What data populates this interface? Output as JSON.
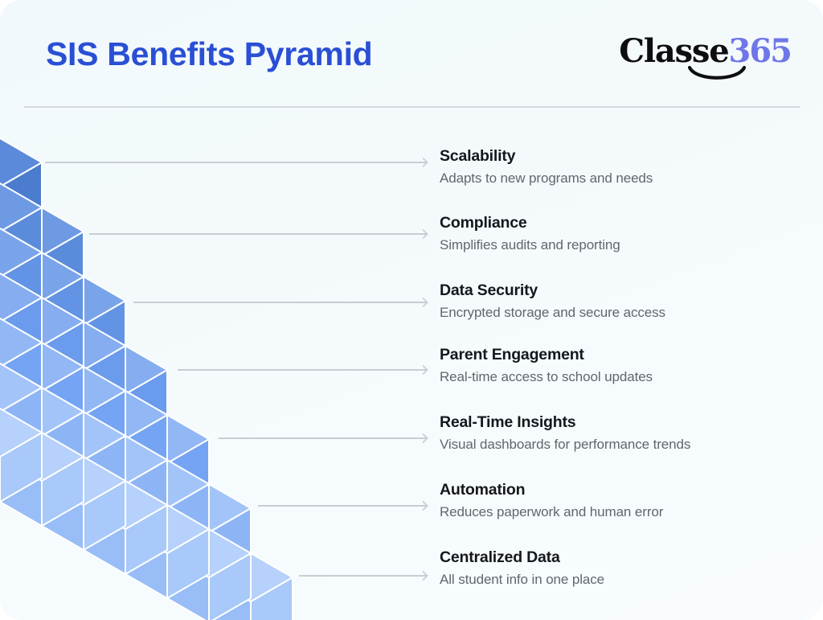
{
  "header": {
    "title": "SIS Benefits Pyramid",
    "logo": {
      "text_primary": "Classe",
      "text_accent": "365",
      "accent_color": "#6f76e8",
      "primary_color": "#0d0d12",
      "smile_icon": "smile-curve-icon"
    },
    "title_color": "#2a4fd4",
    "divider_color": "#d5d8dc"
  },
  "connector": {
    "line_color": "#c9cdd2",
    "arrow_icon": "arrow-right-icon"
  },
  "pyramid": {
    "shape": "isometric-cube-staircase",
    "levels": 7,
    "cube_half_width": 52,
    "cube_top_half_height": 30,
    "level_step_y": 56,
    "level_colors": [
      {
        "top": "#5b8ada",
        "left": "#3c6cbf",
        "right": "#4b7ccd"
      },
      {
        "top": "#6e9ae4",
        "left": "#4a7bce",
        "right": "#5a8cdb"
      },
      {
        "top": "#7aa4ea",
        "left": "#5182d6",
        "right": "#6293e4"
      },
      {
        "top": "#85adf0",
        "left": "#5689e0",
        "right": "#6a9bec"
      },
      {
        "top": "#92b7f5",
        "left": "#5e92ea",
        "right": "#74a4f3"
      },
      {
        "top": "#a3c4f8",
        "left": "#7ba7f2",
        "right": "#8db5f6"
      },
      {
        "top": "#b6d1fb",
        "left": "#98bdf7",
        "right": "#a8c9f9"
      }
    ],
    "edge_color": "#ffffff"
  },
  "benefits": [
    {
      "title": "Scalability",
      "desc": "Adapts to new programs and needs"
    },
    {
      "title": "Compliance",
      "desc": "Simplifies audits and reporting"
    },
    {
      "title": "Data Security",
      "desc": "Encrypted storage and secure access"
    },
    {
      "title": "Parent Engagement",
      "desc": "Real-time access to school updates"
    },
    {
      "title": "Real-Time Insights",
      "desc": "Visual dashboards for performance trends"
    },
    {
      "title": "Automation",
      "desc": "Reduces paperwork and human error"
    },
    {
      "title": "Centralized Data",
      "desc": "All student info in one place"
    }
  ]
}
